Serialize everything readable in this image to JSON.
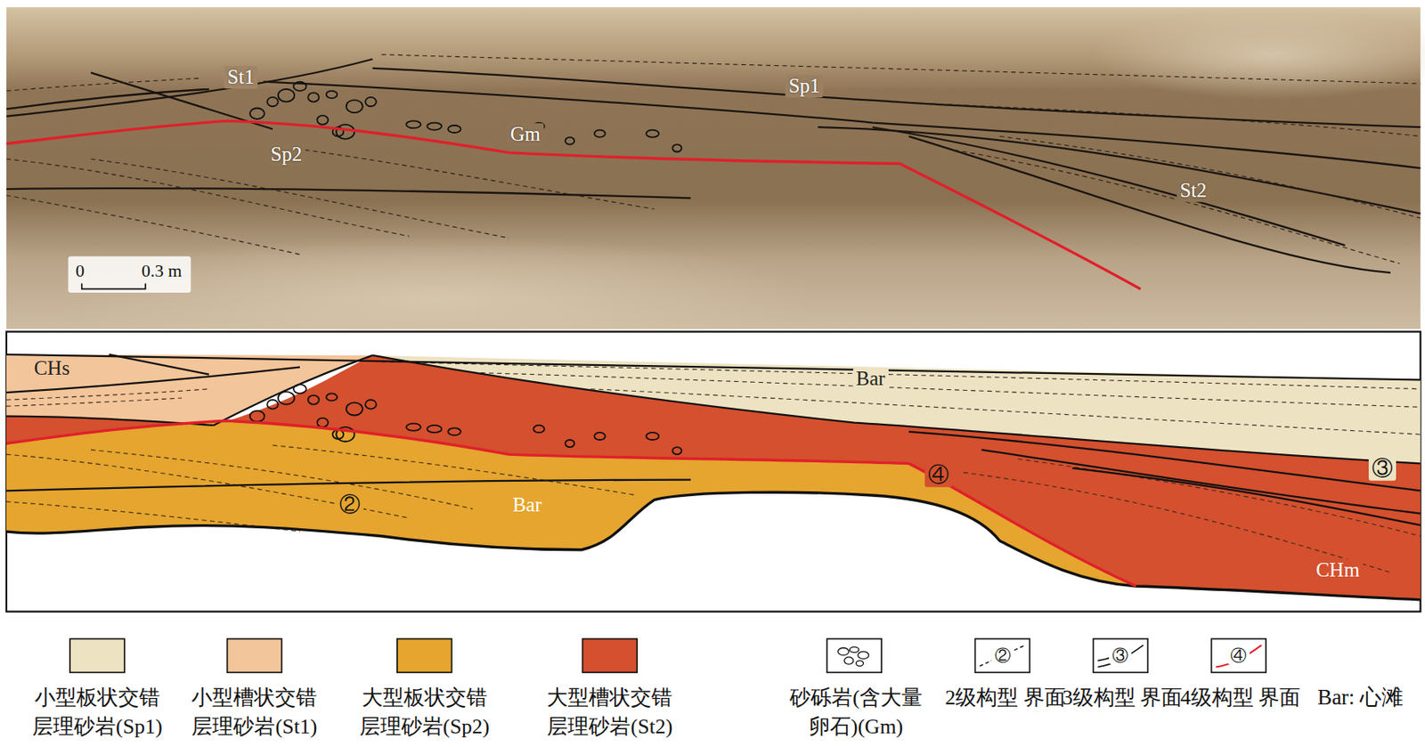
{
  "diagram": {
    "labels": [
      "St1",
      "Sp1",
      "Gm",
      "Sp2",
      "St2",
      "0",
      "0.3 m",
      "CHs",
      "Bar",
      "Bar",
      "②",
      "④",
      "③",
      "CHm",
      "②",
      "③",
      "④",
      "Bar: 心滩"
    ],
    "legend": [
      {
        "text": "小型板状交错 层理砂岩(Sp1)",
        "color": "#EDE3C3"
      },
      {
        "text": "小型槽状交错 层理砂岩(St1)",
        "color": "#F3C59A"
      },
      {
        "text": "大型板状交错 层理砂岩(Sp2)",
        "color": "#E5A52E"
      },
      {
        "text": "大型槽状交错 层理砂岩(St2)",
        "color": "#D4502E"
      },
      {
        "text": "砂砾岩(含大量 卵石)(Gm)"
      },
      {
        "text": "2级构型 界面"
      },
      {
        "text": "3级构型 界面"
      },
      {
        "text": "4级构型 界面"
      }
    ]
  }
}
